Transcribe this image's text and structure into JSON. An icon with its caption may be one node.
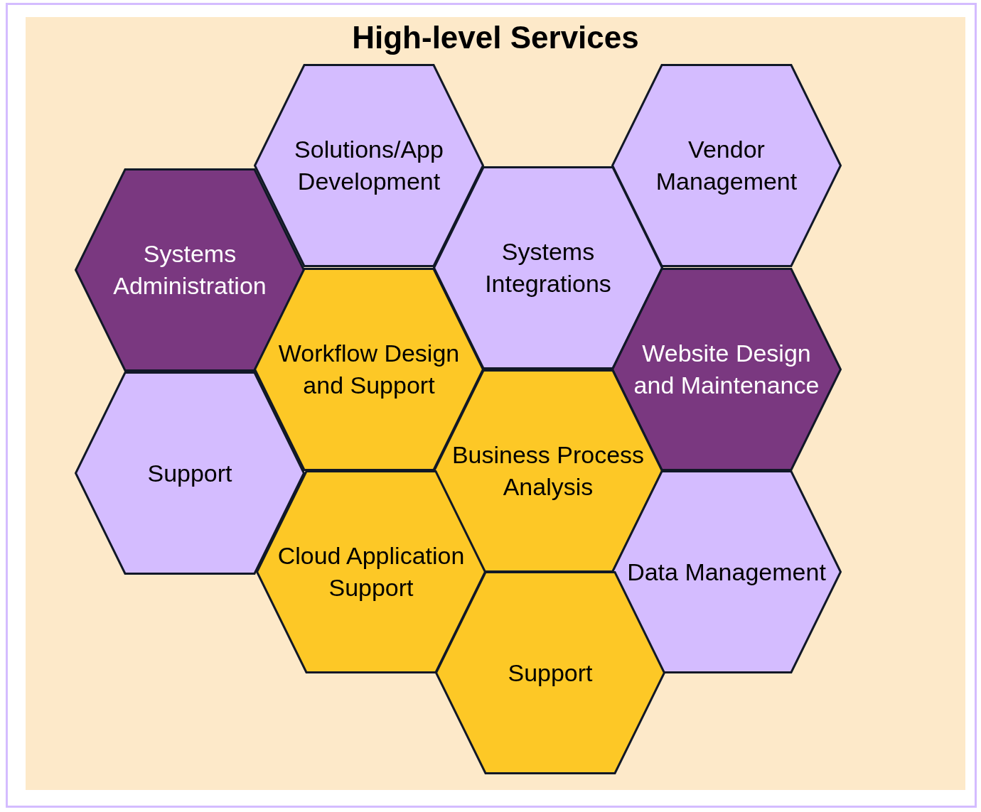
{
  "diagram": {
    "nodes": [
      {
        "text": [
          "High-level Services"
        ]
      },
      {
        "text": [
          "Solutions/App Development"
        ],
        "in": 0
      },
      {
        "text": [
          "Vendor Management"
        ],
        "in": 0
      },
      {
        "text": [
          "Systems Administration"
        ],
        "in": 0
      },
      {
        "text": [
          "Systems Integrations"
        ],
        "in": 0
      },
      {
        "text": [
          "Workflow Design and Support"
        ],
        "in": 0
      },
      {
        "text": [
          "Website Design and Maintenance"
        ],
        "in": 0
      },
      {
        "text": [
          "Support"
        ],
        "in": 0
      },
      {
        "text": [
          "Business Process Analysis"
        ],
        "in": 0
      },
      {
        "text": [
          "Cloud Application Support"
        ],
        "in": 0
      },
      {
        "text": [
          "Data Management"
        ],
        "in": 0
      },
      {
        "text": [
          "Support"
        ],
        "in": 0
      }
    ],
    "edges": []
  }
}
